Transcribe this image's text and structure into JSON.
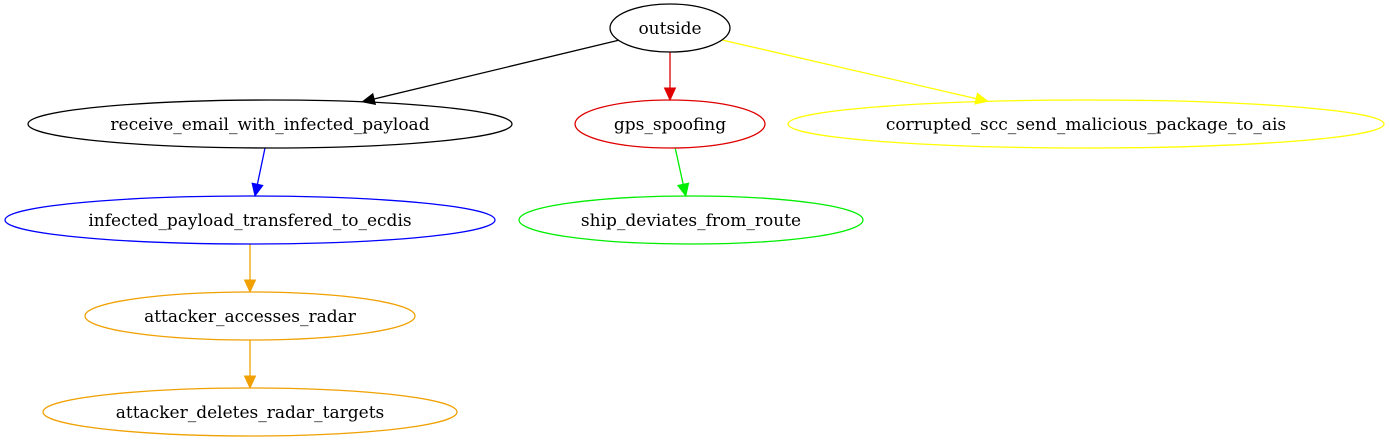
{
  "graph": {
    "nodes": [
      {
        "id": "outside",
        "label": "outside",
        "color": "#000000"
      },
      {
        "id": "receive_email",
        "label": "receive_email_with_infected_payload",
        "color": "#000000"
      },
      {
        "id": "gps_spoofing",
        "label": "gps_spoofing",
        "color": "#e00000"
      },
      {
        "id": "corrupted_scc",
        "label": "corrupted_scc_send_malicious_package_to_ais",
        "color": "#ffff00"
      },
      {
        "id": "infected_payload",
        "label": "infected_payload_transfered_to_ecdis",
        "color": "#0000ff"
      },
      {
        "id": "ship_deviates",
        "label": "ship_deviates_from_route",
        "color": "#00ee00"
      },
      {
        "id": "attacker_accesses",
        "label": "attacker_accesses_radar",
        "color": "#f0a000"
      },
      {
        "id": "attacker_deletes",
        "label": "attacker_deletes_radar_targets",
        "color": "#f0a000"
      }
    ],
    "edges": [
      {
        "from": "outside",
        "to": "receive_email",
        "color": "#000000"
      },
      {
        "from": "outside",
        "to": "gps_spoofing",
        "color": "#e00000"
      },
      {
        "from": "outside",
        "to": "corrupted_scc",
        "color": "#ffff00"
      },
      {
        "from": "receive_email",
        "to": "infected_payload",
        "color": "#0000ff"
      },
      {
        "from": "gps_spoofing",
        "to": "ship_deviates",
        "color": "#00ee00"
      },
      {
        "from": "infected_payload",
        "to": "attacker_accesses",
        "color": "#f0a000"
      },
      {
        "from": "attacker_accesses",
        "to": "attacker_deletes",
        "color": "#f0a000"
      }
    ]
  }
}
